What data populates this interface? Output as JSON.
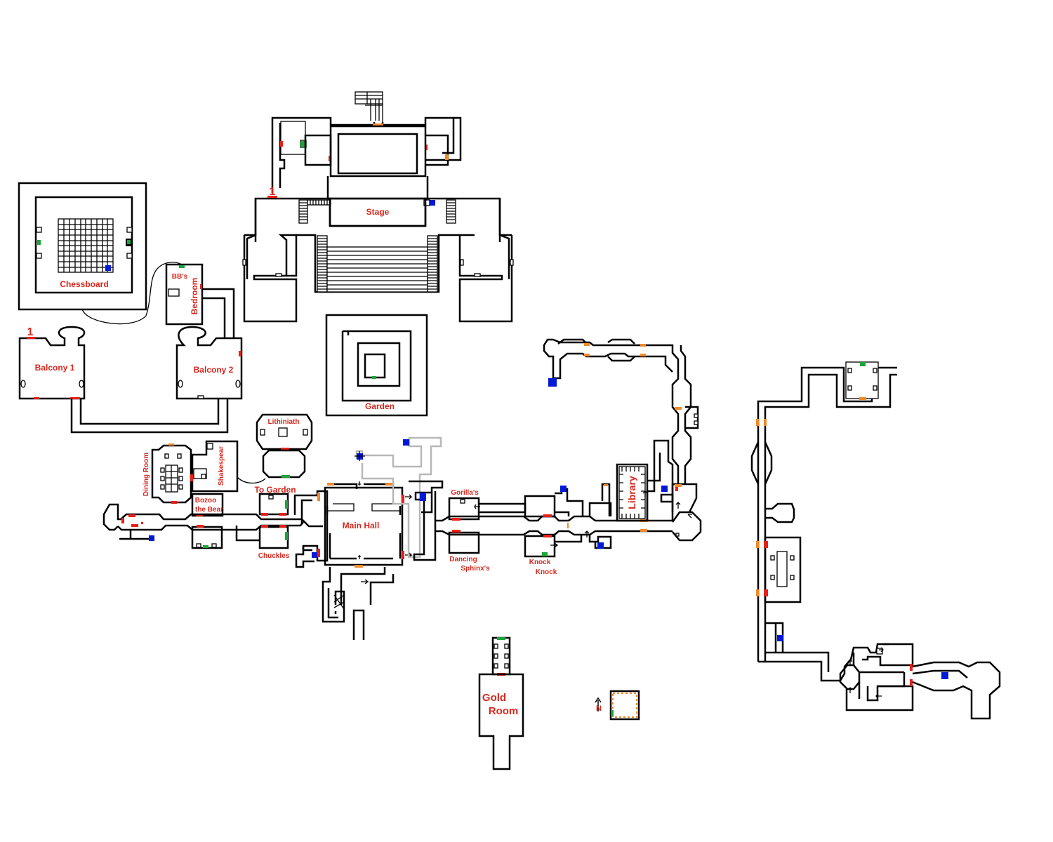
{
  "map": {
    "rooms": {
      "chessboard": "Chessboard",
      "bbs": "BB's",
      "bedroom": "Bedroom",
      "balcony1": "Balcony 1",
      "balcony2": "Balcony 2",
      "stage": "Stage",
      "garden": "Garden",
      "lithiniath": "Lithiniath",
      "dining_room": "Dining Room",
      "shakespear": "Shakespear",
      "to_garden": "To Garden",
      "bozoo1": "Bozoo",
      "bozoo2": "the Bear",
      "chuckles": "Chuckles",
      "main_hall": "Main Hall",
      "gorillas": "Gorilla's",
      "dancing": "Dancing",
      "sphinxs": "Sphinx's",
      "knock1": "Knock",
      "knock2": "Knock",
      "library": "Library",
      "gold1": "Gold",
      "gold2": "Room"
    },
    "markers": {
      "warp_a": "1",
      "warp_b": "1",
      "north": "N"
    },
    "colors": {
      "wall": "#000000",
      "label": "#d6281e",
      "door_red": "#e8201a",
      "door_orange": "#f08a2a",
      "teleport_blue": "#0018d8",
      "switch_green": "#1aa63a",
      "secret_path": "#b8b8b8"
    }
  }
}
